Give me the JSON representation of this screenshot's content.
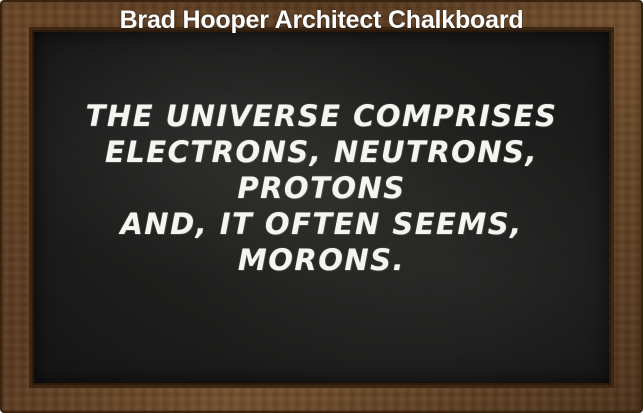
{
  "title": "Brad Hooper Architect Chalkboard",
  "message": {
    "lines": [
      "The universe comprises",
      "electrons, neutrons,",
      "protons",
      "and, it often seems,",
      "morons."
    ]
  },
  "colors": {
    "frame": "#5a3a1f",
    "board": "#1f1f1e",
    "chalk": "#f4f4f0",
    "title": "#ffffff"
  }
}
